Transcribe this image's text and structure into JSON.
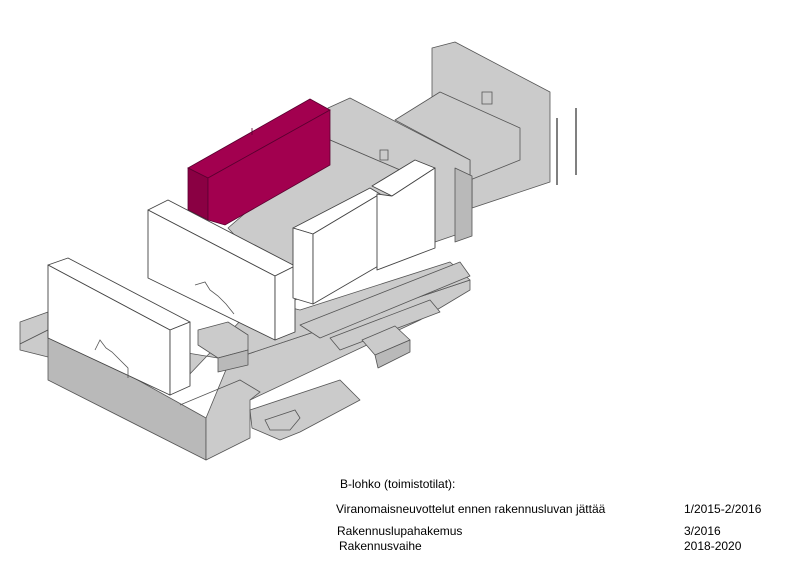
{
  "colors": {
    "highlight_block": "#a2004f",
    "highlight_block_side": "#8a0043",
    "context_blocks": "#cbcbcb",
    "existing_buildings": "#ffffff"
  },
  "legend": {
    "heading": "B-lohko (toimistotilat):",
    "rows": [
      {
        "label": "Viranomaisneuvottelut  ennen rakennusluvan jättää",
        "value": "1/2015-2/2016"
      },
      {
        "label": "Rakennuslupahakemus",
        "value": "3/2016"
      },
      {
        "label": "Rakennusvaihe",
        "value": "2018-2020"
      }
    ]
  }
}
